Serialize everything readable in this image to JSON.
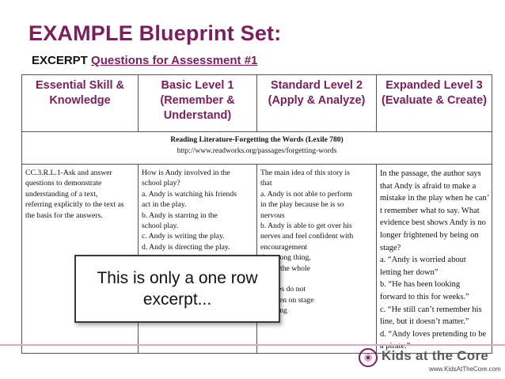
{
  "title": "EXAMPLE Blueprint Set:",
  "subtitle": {
    "prefix": "EXCERPT",
    "link": "Questions for Assessment #1"
  },
  "table": {
    "headers": [
      "Essential Skill & Knowledge",
      "Basic Level 1 (Remember & Understand)",
      "Standard Level 2 (Apply & Analyze)",
      "Expanded Level 3 (Evaluate & Create)"
    ],
    "reading": {
      "title": "Reading Literature-Forgetting the Words (Lexile 780)",
      "url": "http://www.readworks.org/passages/forgetting-words"
    },
    "cells": [
      {
        "lines": [
          "CC.3.R.L.1-Ask and answer",
          "questions to demonstrate",
          "understanding of a text,",
          "referring explicitly to the text as",
          "the basis for the answers."
        ]
      },
      {
        "lines": [
          "How is Andy involved in the",
          "school play?",
          "a.   Andy is watching his friends",
          "act in the play.",
          "b.   Andy is starring in the",
          "school play.",
          "c.  Andy is writing the play.",
          "d.  Andy is directing the play."
        ]
      },
      {
        "lines": [
          "The main idea of this story is",
          "that",
          "a.   Andy is not able to perform",
          "in the play because he is so",
          "nervous",
          "b.   Andy is able to get over his",
          "nerves and feel confident with",
          "encouragement",
          "                     the wrong thing,",
          "                     s, and the whole",
          "",
          "                     netimes do not",
          "                     do when on stage",
          "                     anything"
        ]
      },
      {
        "lines": [
          "In the passage, the author says",
          "that Andy is afraid to make a",
          "mistake in the play when he can’",
          "t remember what to say. What",
          "evidence best shows Andy is no",
          "longer frightened by being on",
          "stage?",
          "a.  “Andy is worried about",
          "letting her down”",
          "b.  “He has been looking",
          "forward to this for weeks.”",
          "c.  “He still can’t remember his",
          "line, but it doesn’t matter.”",
          "d.  “Andy loves pretending to be",
          "a pirate.”"
        ]
      }
    ]
  },
  "overlay": "This is only a one row excerpt...",
  "logo": {
    "text": "Kids at the Core",
    "url": "www.KidsAtTheCore.com"
  },
  "colors": {
    "accent": "#7a1f5c",
    "divider": "#d9a9c6"
  }
}
